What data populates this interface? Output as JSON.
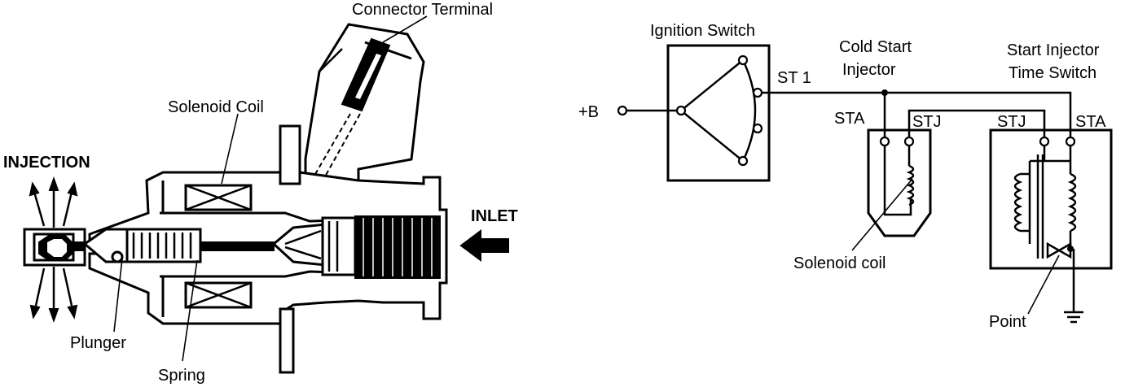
{
  "injector": {
    "labels": {
      "connector_terminal": "Connector Terminal",
      "solenoid_coil": "Solenoid Coil",
      "injection": "INJECTION",
      "inlet": "INLET",
      "plunger": "Plunger",
      "spring": "Spring"
    }
  },
  "circuit": {
    "labels": {
      "ignition_switch": "Ignition Switch",
      "st1": "ST 1",
      "plus_b": "+B",
      "cold_start_line1": "Cold Start",
      "cold_start_line2": "Injector",
      "start_injector_line1": "Start Injector",
      "start_injector_line2": "Time Switch",
      "sta_left": "STA",
      "stj_left": "STJ",
      "stj_right": "STJ",
      "sta_right": "STA",
      "solenoid_coil": "Solenoid coil",
      "point": "Point"
    }
  }
}
